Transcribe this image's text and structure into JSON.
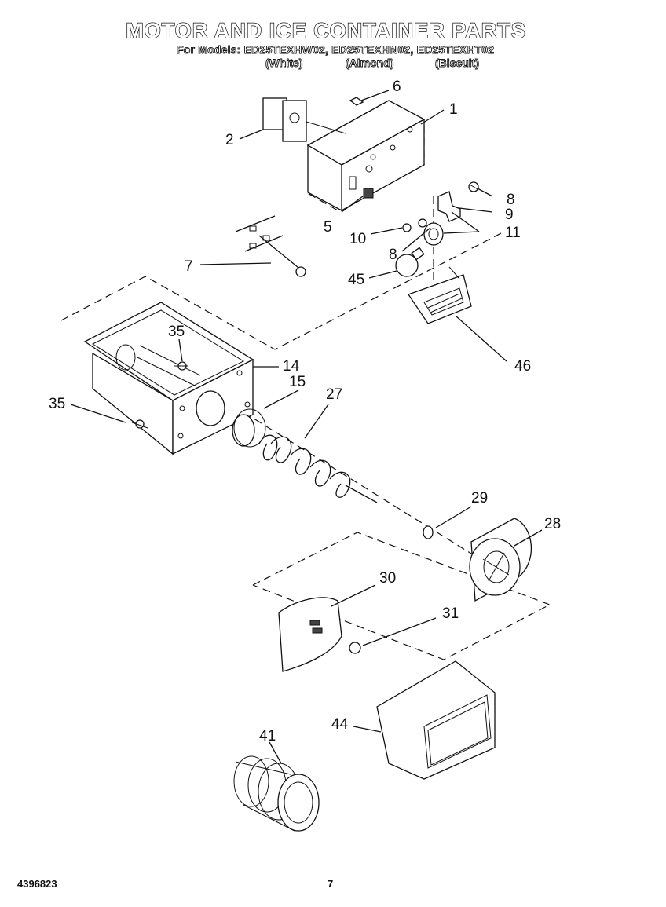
{
  "header": {
    "title": "MOTOR AND ICE CONTAINER PARTS",
    "models_line": "For Models: ED25TEXHW02, ED25TEXHN02, ED25TEXHT02",
    "finishes": [
      "(White)",
      "(Almond)",
      "(Biscuit)"
    ]
  },
  "callouts": [
    "1",
    "2",
    "5",
    "6",
    "7",
    "8",
    "8",
    "9",
    "10",
    "11",
    "14",
    "15",
    "27",
    "28",
    "29",
    "30",
    "31",
    "35",
    "35",
    "41",
    "44",
    "45",
    "46"
  ],
  "footer": {
    "doc_number": "4396823",
    "page_number": "7"
  }
}
